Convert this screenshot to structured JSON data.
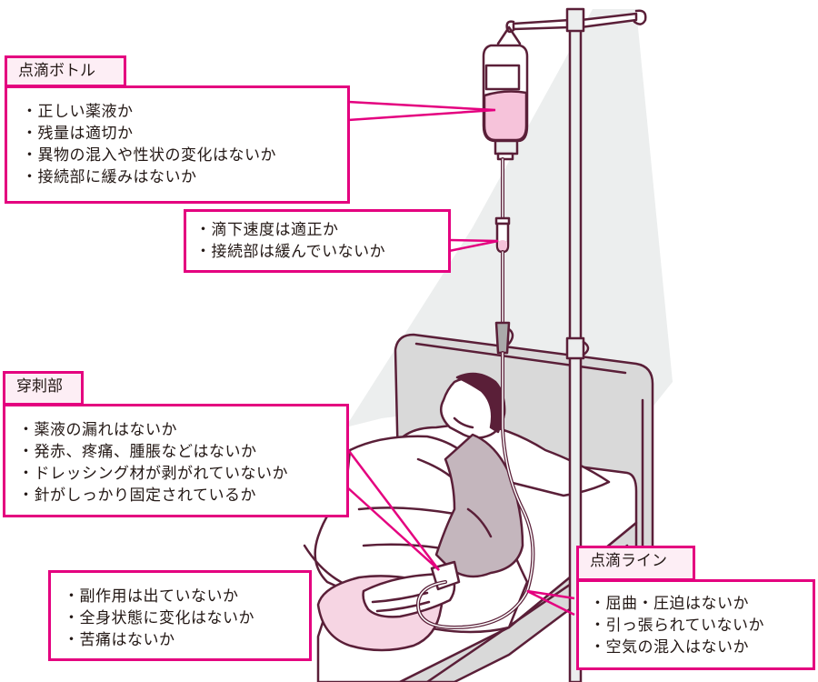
{
  "colors": {
    "accent": "#e4007f",
    "tab_fill": "#fdeef5",
    "outline": "#5a1f38",
    "fluid_pink": "#f6c3da",
    "sheet_gray": "#d9d9d9",
    "gown": "#c4b6bd",
    "shadow": "#eceeee"
  },
  "callouts": {
    "bottle": {
      "title": "点滴ボトル",
      "items": [
        "正しい薬液か",
        "残量は適切か",
        "異物の混入や性状の変化はないか",
        "接続部に緩みはないか"
      ]
    },
    "drip_chamber": {
      "items": [
        "滴下速度は適正か",
        "接続部は緩んでいないか"
      ]
    },
    "puncture_site": {
      "title": "穿刺部",
      "items": [
        "薬液の漏れはないか",
        "発赤、疼痛、腫脹などはないか",
        "ドレッシング材が剥がれていないか",
        "針がしっかり固定されているか"
      ]
    },
    "patient": {
      "items": [
        "副作用は出ていないか",
        "全身状態に変化はないか",
        "苦痛はないか"
      ]
    },
    "line": {
      "title": "点滴ライン",
      "items": [
        "屈曲・圧迫はないか",
        "引っ張られていないか",
        "空気の混入はないか"
      ]
    }
  }
}
